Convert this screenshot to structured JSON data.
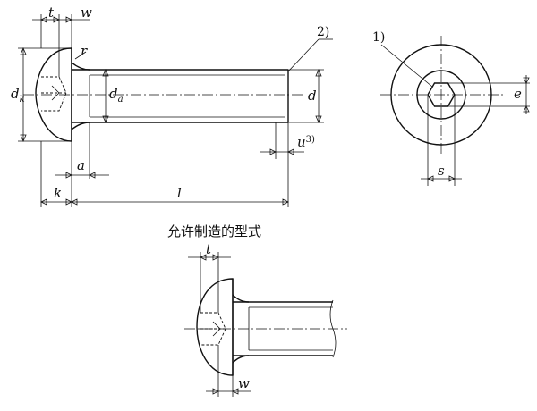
{
  "labels": {
    "t": "t",
    "w": "w",
    "r": "r",
    "note2": "2)",
    "dk_main": "d",
    "dk_sub": "k",
    "da_main": "d",
    "da_sub": "a",
    "d": "d",
    "u": "u",
    "u_sup": "3)",
    "a": "a",
    "k": "k",
    "l": "l",
    "note1": "1)",
    "e": "e",
    "s": "s"
  },
  "caption": "允许制造的型式",
  "bottom_labels": {
    "t": "t",
    "w": "w"
  },
  "colors": {
    "line": "#111111",
    "background": "#ffffff"
  }
}
